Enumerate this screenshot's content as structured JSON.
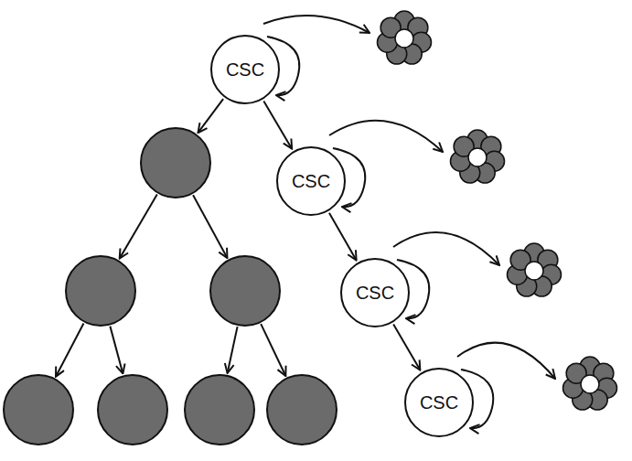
{
  "diagram": {
    "nodes": [
      {
        "text": [
          "CSC"
        ]
      },
      {
        "text": [
          "CSC"
        ]
      },
      {
        "text": [
          "CSC"
        ]
      },
      {
        "text": [
          "CSC"
        ]
      }
    ],
    "edges": [
      {
        "from": 0,
        "to": 1,
        "arrow": "to"
      },
      {
        "from": 1,
        "to": 2,
        "arrow": "to"
      },
      {
        "from": 2,
        "to": 3,
        "arrow": "to"
      }
    ]
  }
}
